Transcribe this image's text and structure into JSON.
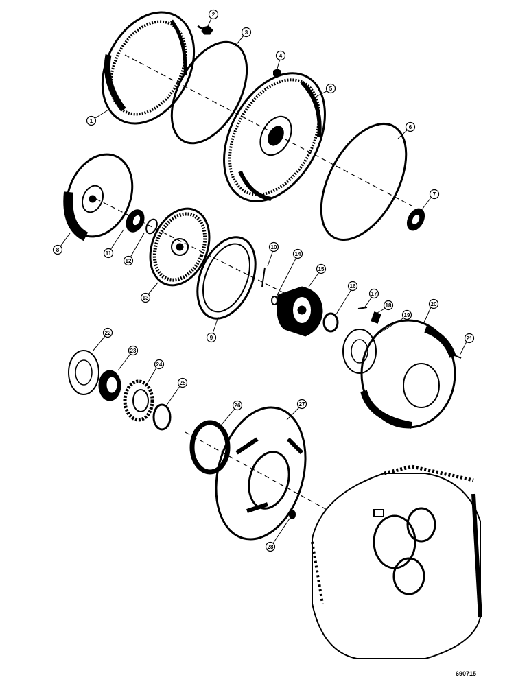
{
  "diagram": {
    "drawing_number": "690715",
    "ink_color": "#000000",
    "paper_color": "#ffffff",
    "callouts": [
      "1",
      "2",
      "3",
      "4",
      "5",
      "6",
      "7",
      "8",
      "11",
      "12",
      "13",
      "9",
      "10",
      "14",
      "15",
      "16",
      "17",
      "18",
      "19",
      "20",
      "21",
      "22",
      "23",
      "24",
      "25",
      "26",
      "27",
      "28"
    ]
  }
}
